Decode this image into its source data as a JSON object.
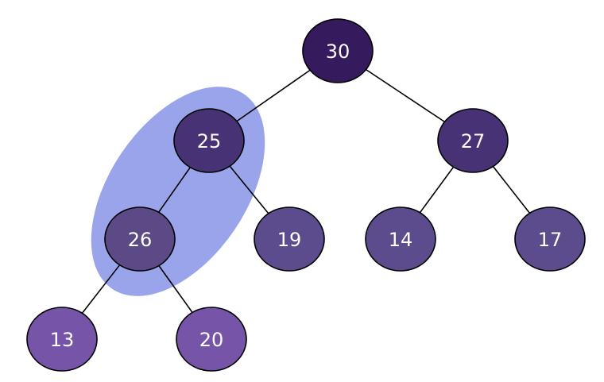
{
  "nodes": [
    {
      "id": "n30",
      "value": "30",
      "fill": "#351b5d"
    },
    {
      "id": "n25",
      "value": "25",
      "fill": "#483276"
    },
    {
      "id": "n27",
      "value": "27",
      "fill": "#483276"
    },
    {
      "id": "n26",
      "value": "26",
      "fill": "#5b4a86"
    },
    {
      "id": "n19",
      "value": "19",
      "fill": "#5c4b8d"
    },
    {
      "id": "n14",
      "value": "14",
      "fill": "#5c4b8d"
    },
    {
      "id": "n17",
      "value": "17",
      "fill": "#5c4b8d"
    },
    {
      "id": "n13",
      "value": "13",
      "fill": "#7654a8"
    },
    {
      "id": "n20",
      "value": "20",
      "fill": "#7654a8"
    }
  ],
  "edges": [
    [
      "n30",
      "n25"
    ],
    [
      "n30",
      "n27"
    ],
    [
      "n25",
      "n26"
    ],
    [
      "n25",
      "n19"
    ],
    [
      "n27",
      "n14"
    ],
    [
      "n27",
      "n17"
    ],
    [
      "n26",
      "n13"
    ],
    [
      "n26",
      "n20"
    ]
  ],
  "highlight": {
    "covers": [
      "n25",
      "n26"
    ],
    "color": "#8390e6"
  }
}
